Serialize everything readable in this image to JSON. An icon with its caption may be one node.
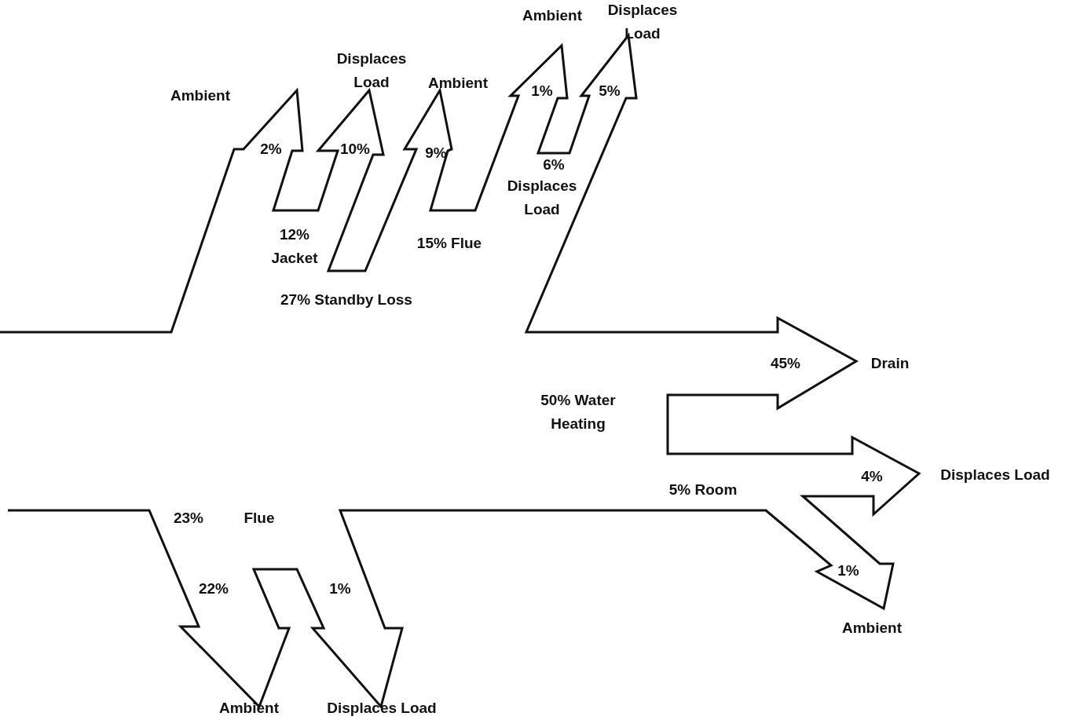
{
  "diagram": {
    "labels": [
      "Ambient",
      "Displaces Load",
      "Displaces Load",
      "Ambient",
      "Ambient",
      "1%",
      "5%",
      "2%",
      "10%",
      "9%",
      "6%",
      "Displaces Load",
      "12% Jacket",
      "15% Flue",
      "27% Standby Loss",
      "45%",
      "Drain",
      "50% Water Heating",
      "4%",
      "Displaces Load",
      "5% Room",
      "23%",
      "Flue",
      "22%",
      "1%",
      "1%",
      "Ambient",
      "Ambient",
      "Displaces Load"
    ]
  }
}
